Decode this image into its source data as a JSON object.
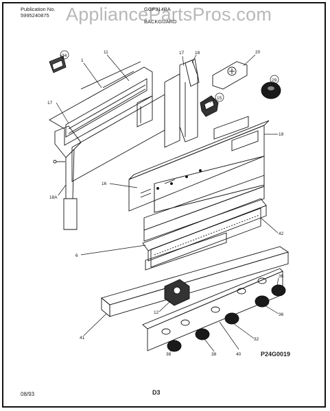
{
  "watermark": "AppliancePartsPros.com",
  "header": {
    "publication_label": "Publication No.",
    "publication_number": "5995240875",
    "model": "GGF314BA",
    "section": "BACKGUARD"
  },
  "callouts": {
    "c34": "34",
    "c1": "1",
    "c11": "11",
    "c17a": "17",
    "c18": "18",
    "c20": "20",
    "c17b": "17",
    "c15": "15",
    "c29": "29",
    "c19": "19",
    "c18a": "18A",
    "c16": "16",
    "c42": "42",
    "c6": "6",
    "c12": "12",
    "c36a": "36",
    "c36b": "36",
    "c41": "41",
    "c32": "32",
    "c38a": "38",
    "c38b": "38",
    "c40": "40"
  },
  "figure_code": "P24G0019",
  "footer": {
    "date": "08/93",
    "page": "D3"
  },
  "colors": {
    "line": "#111111",
    "knob": "#1a1a1a",
    "background": "#ffffff"
  }
}
